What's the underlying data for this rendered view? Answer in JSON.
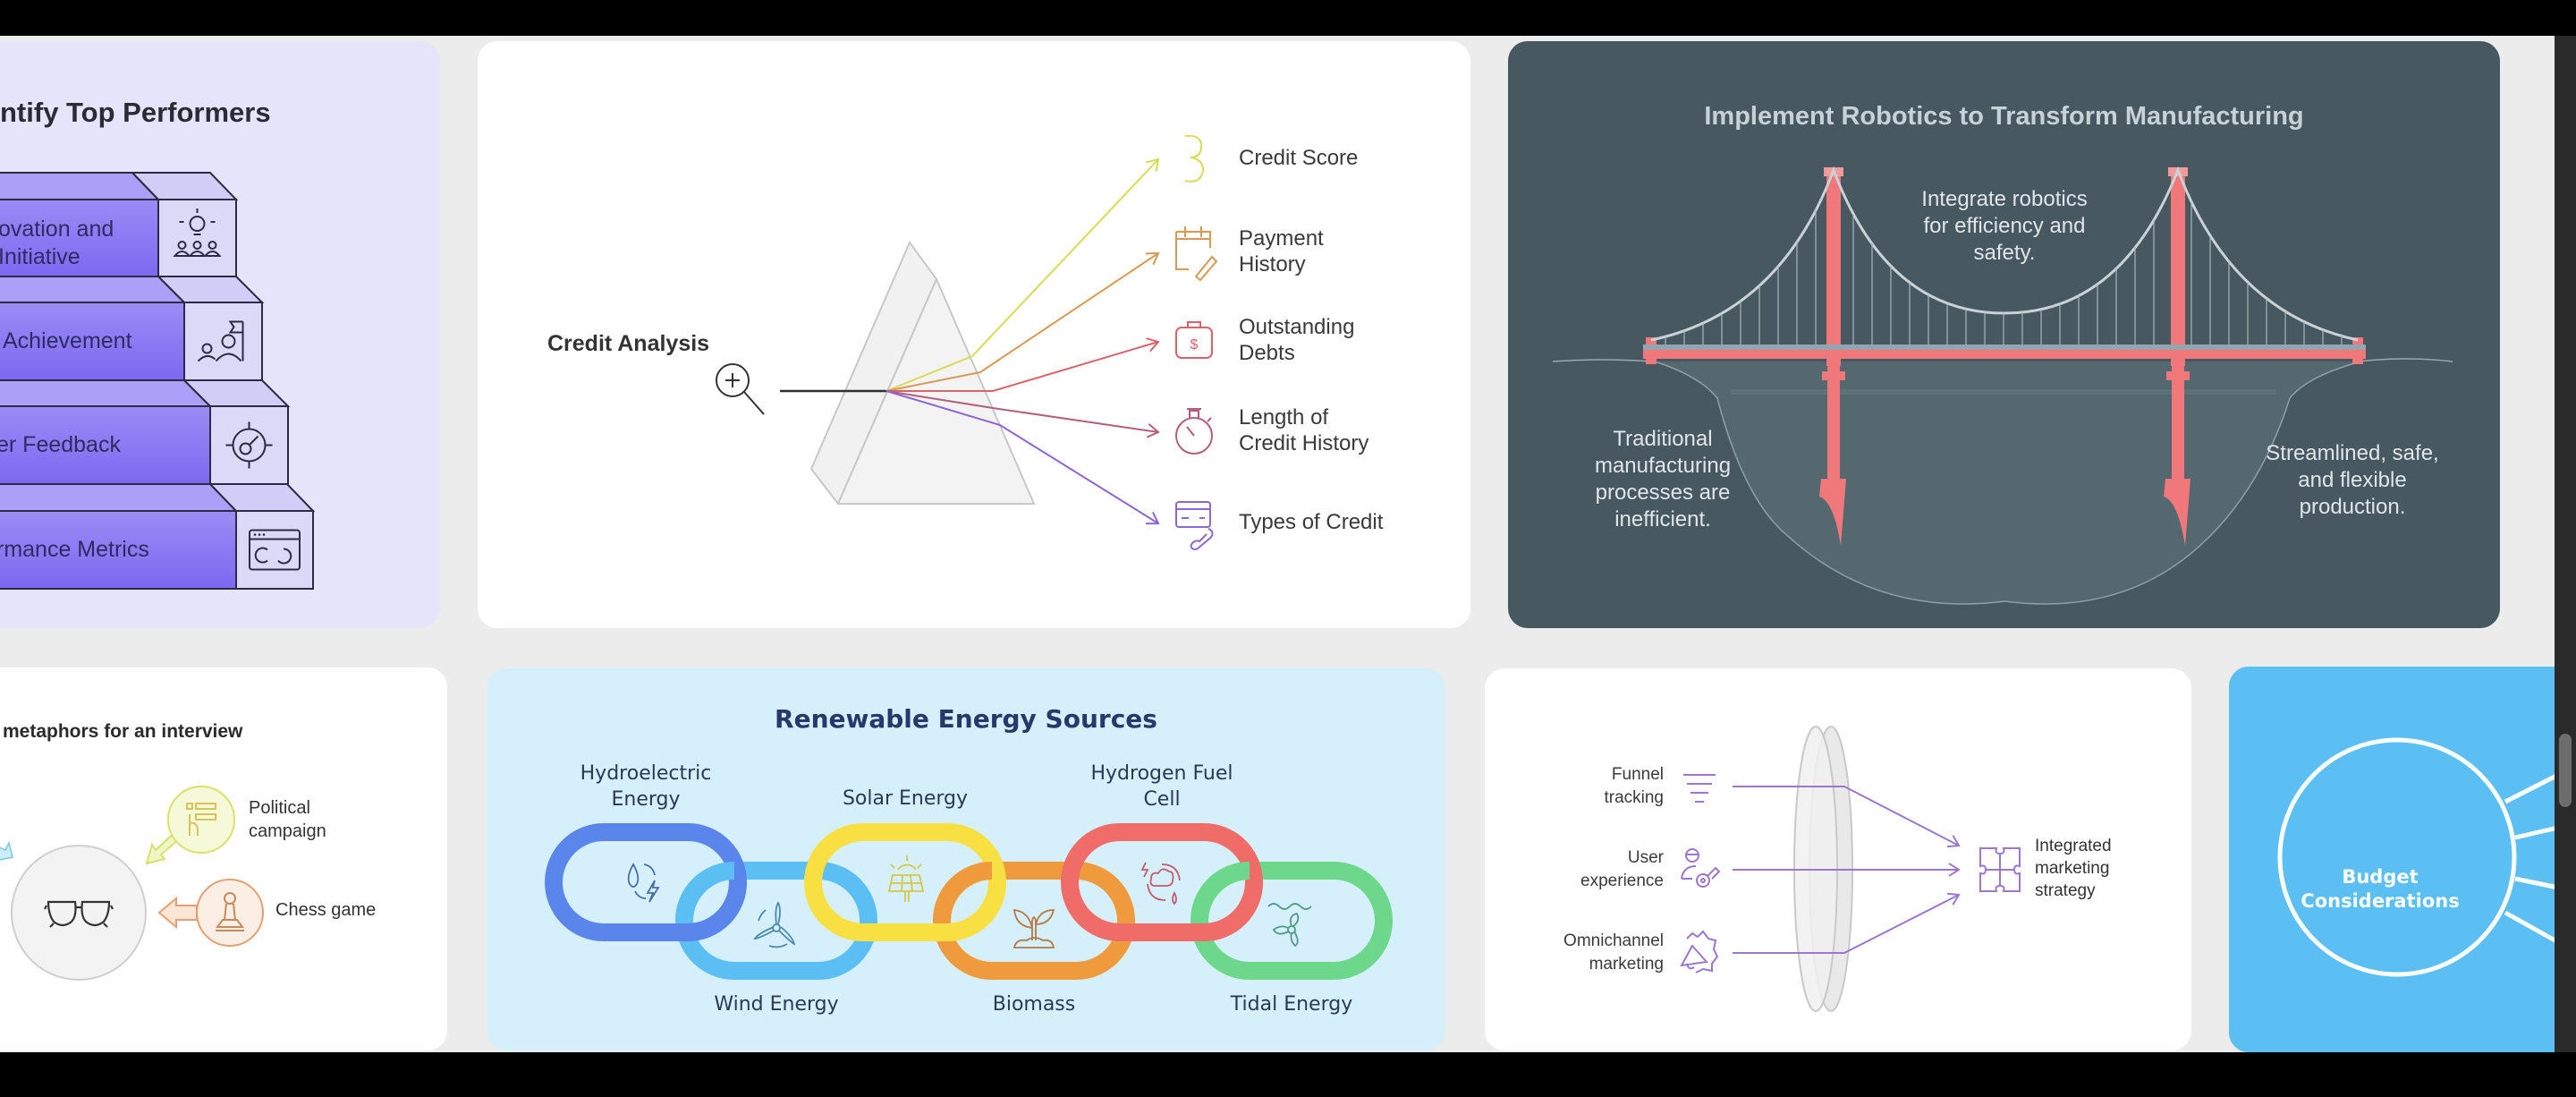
{
  "top_performers": {
    "title": "ntify Top Performers",
    "steps": [
      {
        "label_line1": "ovation and",
        "label_line2": "Initiative",
        "icon": "lightbulb-team-icon"
      },
      {
        "label_line1": "Achievement",
        "label_line2": "",
        "icon": "team-flag-icon"
      },
      {
        "label_line1": "er Feedback",
        "label_line2": "",
        "icon": "target-key-icon"
      },
      {
        "label_line1": "rmance Metrics",
        "label_line2": "",
        "icon": "browser-loading-icon"
      }
    ],
    "colors": {
      "panel": "#e6e4fa",
      "step_front": "#8a78f4",
      "step_top": "#aea3f6",
      "box": "#dcd8f7"
    }
  },
  "credit_analysis": {
    "source_label": "Credit Analysis",
    "source_icon": "zoom-in-icon",
    "outputs": [
      {
        "label_line1": "Credit Score",
        "label_line2": "",
        "icon": "number-three-icon",
        "color": "#d6dc55"
      },
      {
        "label_line1": "Payment",
        "label_line2": "History",
        "icon": "calendar-edit-icon",
        "color": "#d79a55"
      },
      {
        "label_line1": "Outstanding",
        "label_line2": "Debts",
        "icon": "money-bag-icon",
        "color": "#d9636b"
      },
      {
        "label_line1": "Length of",
        "label_line2": "Credit History",
        "icon": "stopwatch-icon",
        "color": "#b25f7d"
      },
      {
        "label_line1": "Types of Credit",
        "label_line2": "",
        "icon": "credit-card-phone-icon",
        "color": "#8b66d6"
      }
    ]
  },
  "robotics": {
    "title": "Implement Robotics to Transform Manufacturing",
    "center_text": [
      "Integrate robotics",
      "for efficiency and",
      "safety."
    ],
    "left_text": [
      "Traditional",
      "manufacturing",
      "processes are",
      "inefficient."
    ],
    "right_text": [
      "Streamlined, safe,",
      "and flexible",
      "production."
    ],
    "colors": {
      "panel": "#485860",
      "bridge": "#f0787a",
      "cable": "#c9d3d6"
    }
  },
  "interview": {
    "title": "metaphors for an interview",
    "center_icon": "sunglasses-icon",
    "items": [
      {
        "label_line1": "Political",
        "label_line2": "campaign",
        "icon": "ballot-hand-icon",
        "color": "#d8e26a"
      },
      {
        "label_line1": "Chess game",
        "label_line2": "",
        "icon": "chess-pawn-icon",
        "color": "#e4a070"
      }
    ]
  },
  "renewable": {
    "title": "Renewable Energy Sources",
    "links": [
      {
        "label_line1": "Hydroelectric",
        "label_line2": "Energy",
        "position": "top",
        "icon": "water-energy-icon",
        "color": "#5a86ec"
      },
      {
        "label_line1": "Wind Energy",
        "label_line2": "",
        "position": "bottom",
        "icon": "wind-turbine-icon",
        "color": "#5bbff3"
      },
      {
        "label_line1": "Solar Energy",
        "label_line2": "",
        "position": "top",
        "icon": "solar-panel-icon",
        "color": "#f8e043"
      },
      {
        "label_line1": "Biomass",
        "label_line2": "",
        "position": "bottom",
        "icon": "sprout-icon",
        "color": "#f09a3e"
      },
      {
        "label_line1": "Hydrogen Fuel",
        "label_line2": "Cell",
        "position": "top",
        "icon": "hydrogen-cycle-icon",
        "color": "#ef6c68"
      },
      {
        "label_line1": "Tidal Energy",
        "label_line2": "",
        "position": "bottom",
        "icon": "tidal-turbine-icon",
        "color": "#6dd88c"
      }
    ],
    "colors": {
      "panel": "#d5f0fb",
      "title": "#27386a"
    }
  },
  "marketing": {
    "inputs": [
      {
        "label_line1": "Funnel",
        "label_line2": "tracking",
        "icon": "funnel-icon"
      },
      {
        "label_line1": "User",
        "label_line2": "experience",
        "icon": "user-key-icon"
      },
      {
        "label_line1": "Omnichannel",
        "label_line2": "marketing",
        "icon": "megaphone-icon"
      }
    ],
    "output": {
      "label_lines": [
        "Integrated",
        "marketing",
        "strategy"
      ],
      "icon": "puzzle-icon"
    },
    "color": "#9a78d0"
  },
  "budget": {
    "label_line1": "Budget",
    "label_line2": "Considerations",
    "color": "#5bbff3"
  }
}
